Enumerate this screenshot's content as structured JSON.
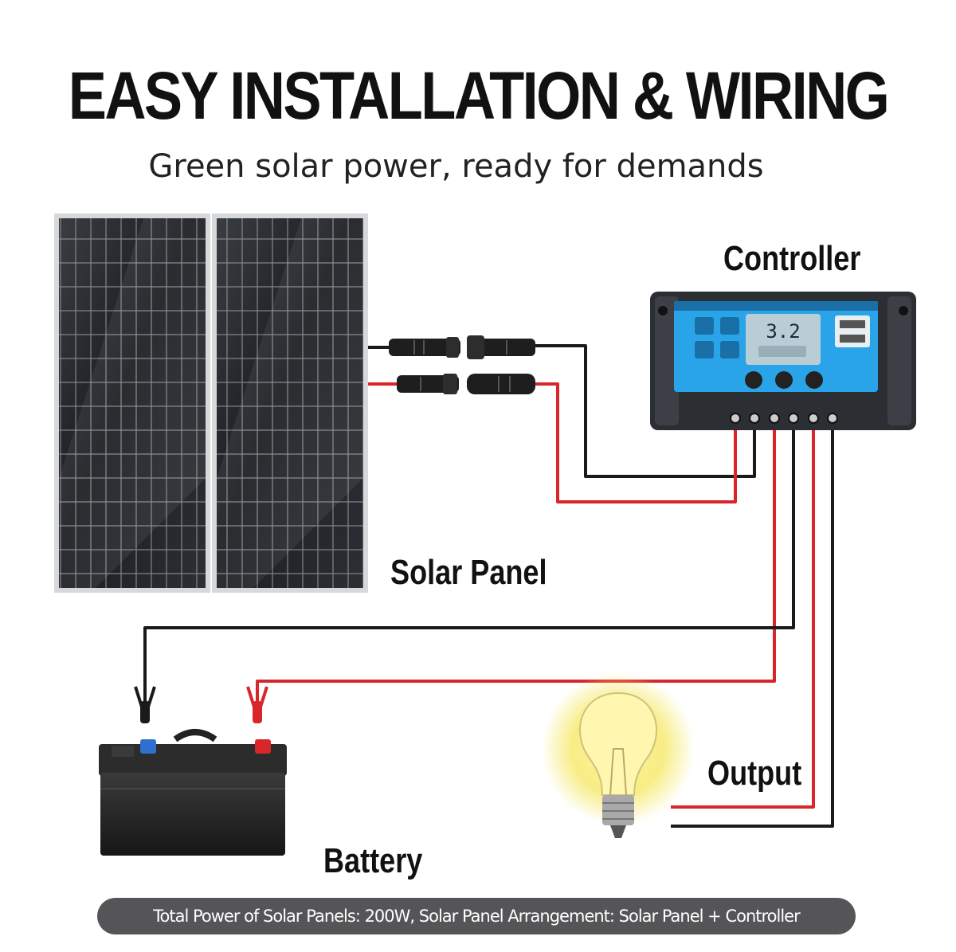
{
  "header": {
    "title": "EASY INSTALLATION & WIRING",
    "subtitle": "Green solar power, ready for demands"
  },
  "labels": {
    "controller": "Controller",
    "solar_panel": "Solar Panel",
    "battery": "Battery",
    "output": "Output"
  },
  "controller_panel": {
    "display_value": "3.2"
  },
  "footer": {
    "text": "Total Power of Solar Panels: 200W, Solar Panel Arrangement: Solar Panel + Controller"
  },
  "colors": {
    "wire_positive": "#d8262a",
    "wire_negative": "#1a1a1a",
    "controller_screen": "#2aa4e8",
    "footer_bg": "#555558"
  }
}
